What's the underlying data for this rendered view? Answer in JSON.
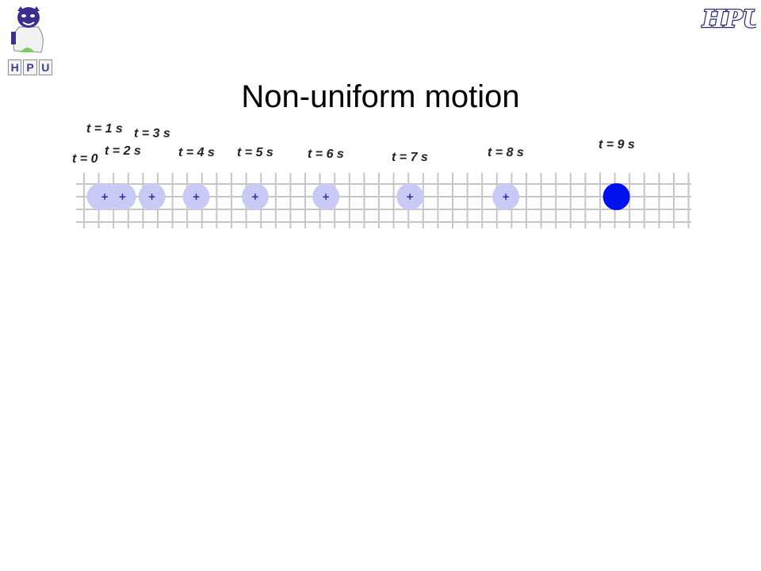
{
  "slide": {
    "title": "Non-uniform motion",
    "logo_text": "HPU",
    "mascot_letters": [
      "H",
      "P",
      "U"
    ]
  },
  "colors": {
    "ghost_fill": "#c9c9f6",
    "ghost_marker": "#2a2a9a",
    "final_fill": "#0011ee",
    "grid_line": "#c6c6c6"
  },
  "chart_data": {
    "type": "scatter",
    "times_s": [
      0,
      1,
      2,
      3,
      4,
      5,
      6,
      7,
      8,
      9
    ],
    "labels": [
      "t = 0",
      "t = 1 s",
      "t = 2 s",
      "t = 3 s",
      "t = 4 s",
      "t = 5 s",
      "t = 6 s",
      "t = 7 s",
      "t = 8 s",
      "t = 9 s"
    ],
    "positions_grid_units": [
      1,
      1.3,
      2.5,
      4.5,
      7.5,
      11.5,
      16.3,
      22,
      28.5,
      36
    ]
  }
}
